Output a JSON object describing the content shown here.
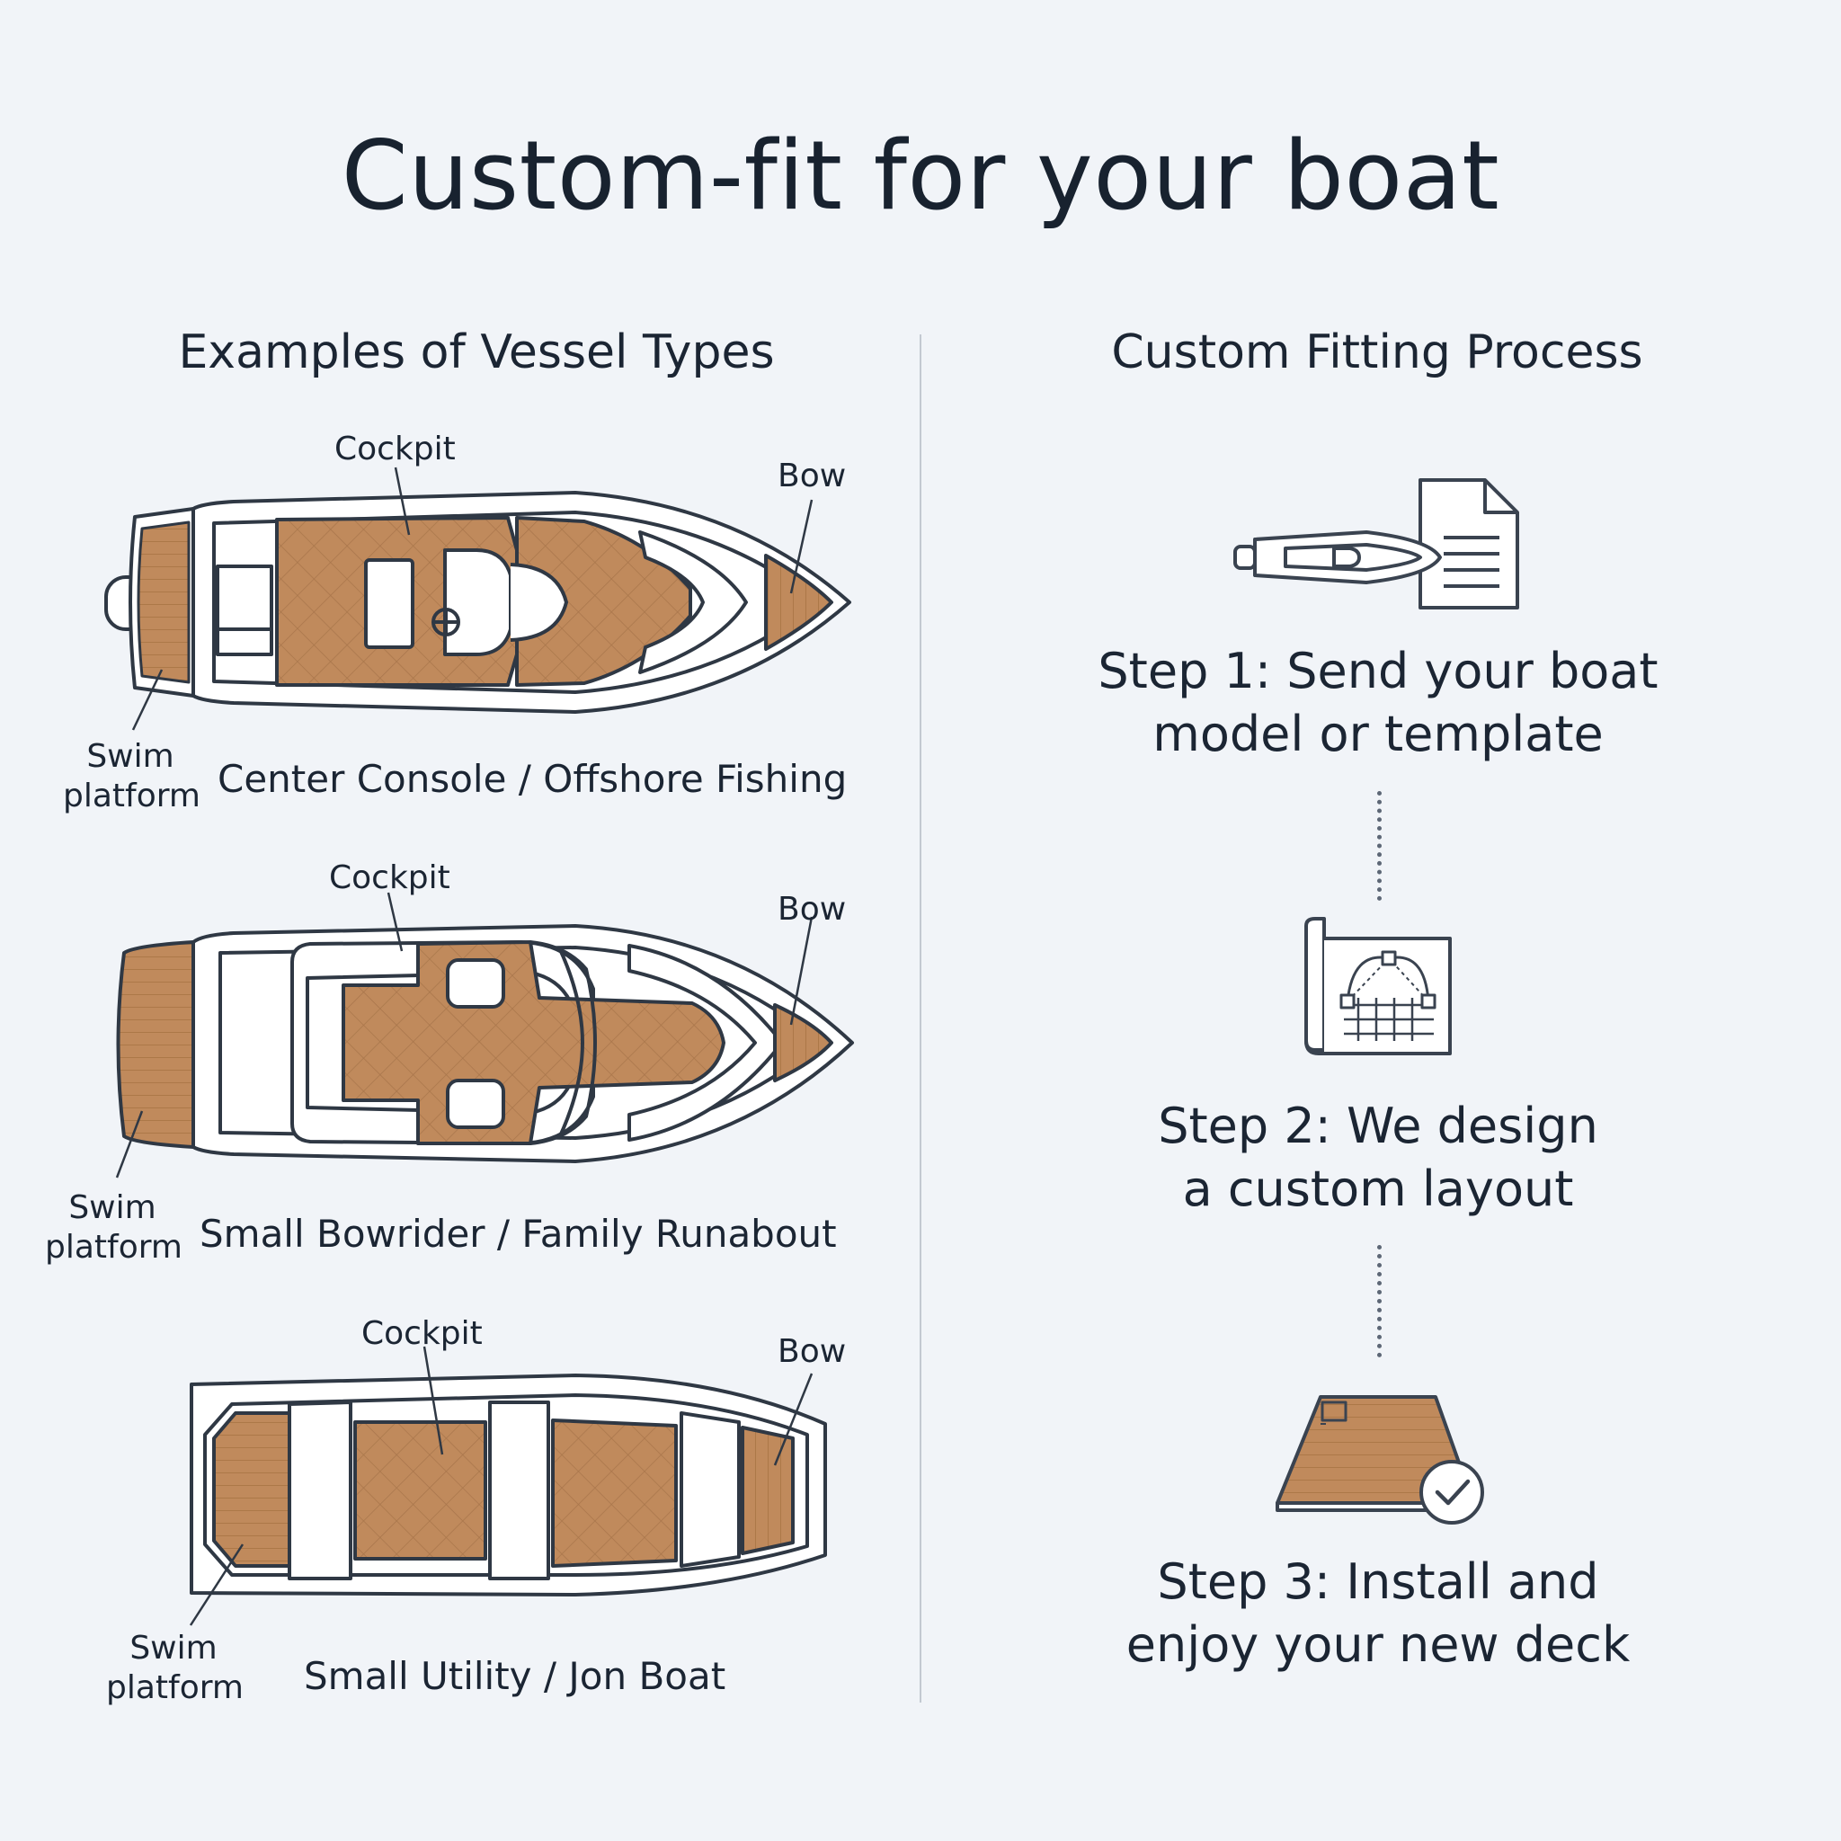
{
  "title": "Custom-fit for your boat",
  "left_section": {
    "heading": "Examples of Vessel Types",
    "vessels": [
      {
        "name": "Center Console / Offshore Fishing",
        "labels": {
          "cockpit": "Cockpit",
          "bow": "Bow",
          "swim_line1": "Swim",
          "swim_line2": "platform"
        },
        "icon": "center-console-boat-icon"
      },
      {
        "name": "Small Bowrider / Family Runabout",
        "labels": {
          "cockpit": "Cockpit",
          "bow": "Bow",
          "swim_line1": "Swim",
          "swim_line2": "platform"
        },
        "icon": "bowrider-boat-icon"
      },
      {
        "name": "Small Utility / Jon Boat",
        "labels": {
          "cockpit": "Cockpit",
          "bow": "Bow",
          "swim_line1": "Swim",
          "swim_line2": "platform"
        },
        "icon": "jon-boat-icon"
      }
    ]
  },
  "right_section": {
    "heading": "Custom Fitting Process",
    "steps": [
      {
        "line1": "Step 1: Send your boat",
        "line2": "model or template",
        "icon": "boat-document-icon"
      },
      {
        "line1": "Step 2: We design",
        "line2": "a custom layout",
        "icon": "design-blueprint-icon"
      },
      {
        "line1": "Step 3: Install and",
        "line2": "enjoy your new deck",
        "icon": "deck-checkmark-icon"
      }
    ]
  },
  "colors": {
    "teak": "#c08a5c",
    "outline": "#3a4350",
    "background": "#f1f4f8"
  }
}
